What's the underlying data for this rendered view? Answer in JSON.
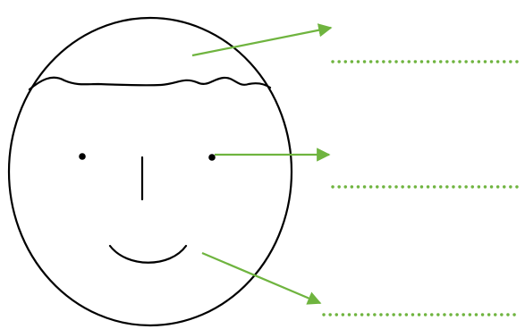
{
  "colors": {
    "outline": "#000000",
    "arrow": "#6fb43f",
    "dotted_line": "#6fb43f",
    "background": "#ffffff"
  },
  "figure": {
    "subject": "face-drawing",
    "features": [
      "hair",
      "left-eye",
      "right-eye",
      "nose",
      "mouth"
    ]
  },
  "callouts": [
    {
      "target": "hair",
      "answer": ""
    },
    {
      "target": "right-eye",
      "answer": ""
    },
    {
      "target": "mouth",
      "answer": ""
    }
  ]
}
